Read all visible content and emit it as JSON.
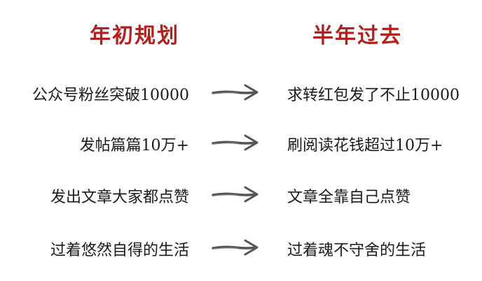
{
  "titles": {
    "left": "年初规划",
    "right": "半年过去"
  },
  "rows": [
    {
      "before": "公众号粉丝突破10000",
      "after": "求转红包发了不止10000"
    },
    {
      "before": "发帖篇篇10万+",
      "after": "刷阅读花钱超过10万+"
    },
    {
      "before": "发出文章大家都点赞",
      "after": "文章全靠自己点赞"
    },
    {
      "before": "过着悠然自得的生活",
      "after": "过着魂不守舍的生活"
    }
  ],
  "colors": {
    "title": "#b3211e",
    "text": "#1a1a1a",
    "arrow": "#555555"
  },
  "icons": {
    "arrow": "brush-arrow-right-icon"
  }
}
